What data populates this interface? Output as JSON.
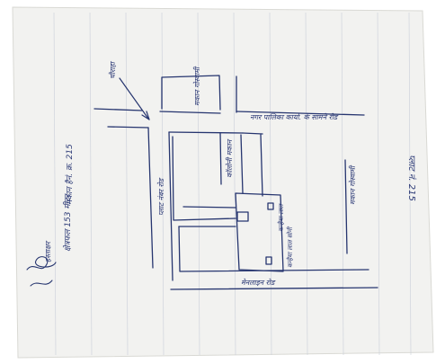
{
  "colors": {
    "paper": "#f2f2f0",
    "paper_shadow": "#d9d9d4",
    "ink": "#26356f",
    "rule_line": "#c9ced8"
  },
  "labels": {
    "plot_number": "प्लाट नं. 215",
    "house_number": "मकान हैनं. क्र. 215",
    "area": "क्षेत्रफल 153 मीटर",
    "nagar_palika_road": "नगर पालिका कार्या. के सामने रोड",
    "main_road": "मेनलाइन रोड",
    "plot_road": "प्लाट नंबर रोड",
    "top_chowk": "चौराहा",
    "top_house": "मकान गोस्वामी",
    "left_house": "कॉलोनी मकान",
    "right_house": "मकान गोस्वामी",
    "owner_left": "कन्हैया लाल",
    "owner_right": "कन्हैया लाल सोनी",
    "signature": "हस्ताक्षर"
  }
}
